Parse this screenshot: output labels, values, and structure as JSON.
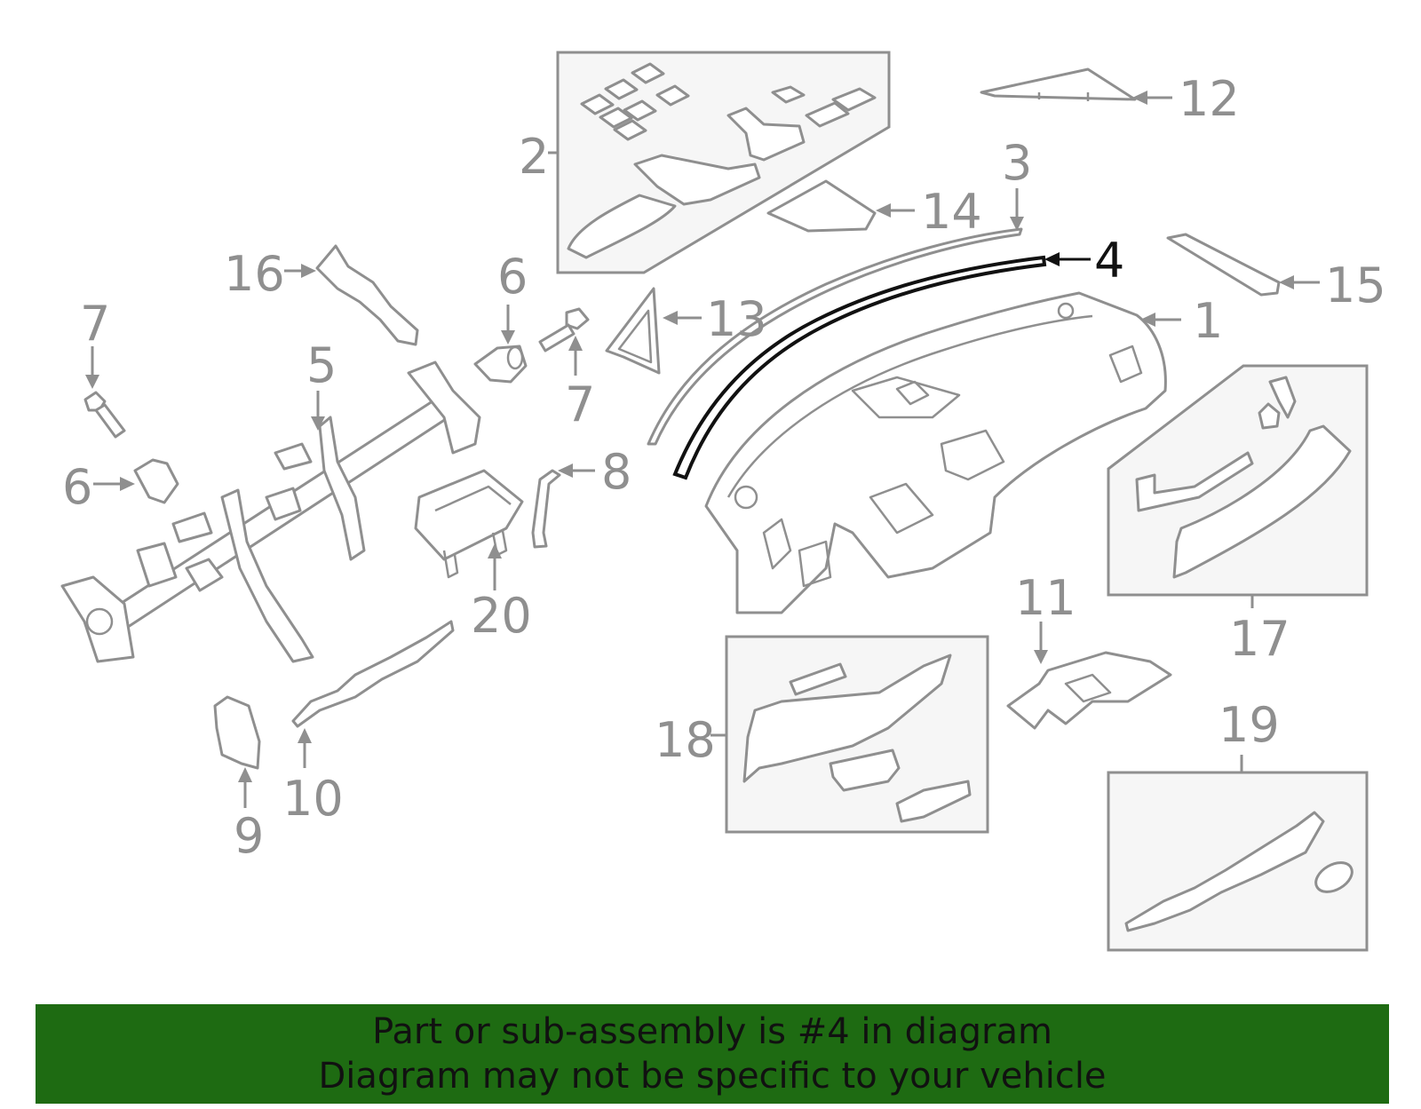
{
  "callouts": {
    "c1": "1",
    "c2": "2",
    "c3": "3",
    "c4": "4",
    "c5": "5",
    "c6a": "6",
    "c6b": "6",
    "c7a": "7",
    "c7b": "7",
    "c8": "8",
    "c9": "9",
    "c10": "10",
    "c11": "11",
    "c12": "12",
    "c13": "13",
    "c14": "14",
    "c15": "15",
    "c16": "16",
    "c17": "17",
    "c18": "18",
    "c19": "19",
    "c20": "20"
  },
  "highlighted_part": "4",
  "banner": {
    "line1": "Part or sub-assembly is #4 in diagram",
    "line2": "Diagram may not be specific to your vehicle"
  },
  "colors": {
    "line_art": "#8f8f8f",
    "highlight": "#111111",
    "banner_bg": "#1e6b12",
    "banner_text": "#111111"
  }
}
